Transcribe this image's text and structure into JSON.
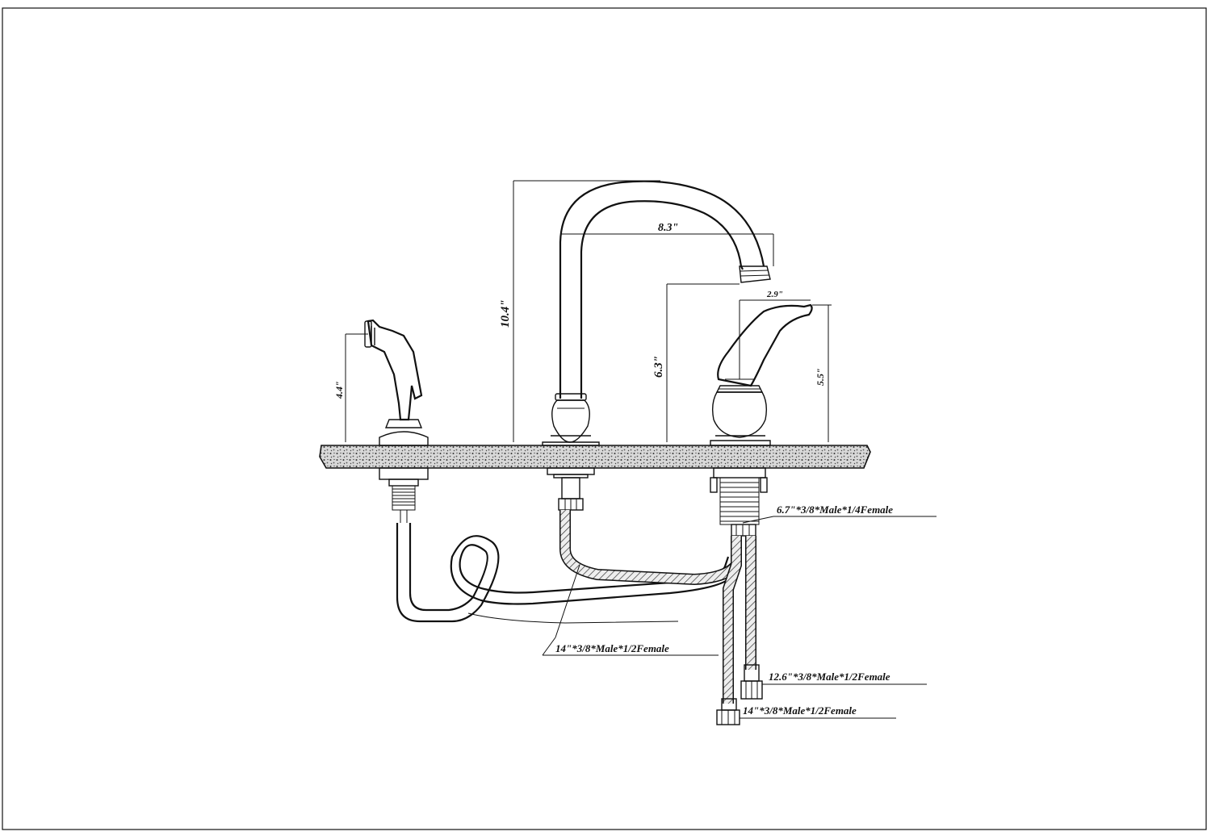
{
  "diagram": {
    "dimensions": {
      "overall_height": "10.4\"",
      "spout_reach": "8.3\"",
      "spout_clearance": "6.3\"",
      "handle_width": "2.9\"",
      "handle_height": "5.5\"",
      "sprayer_height": "4.4\""
    },
    "hose_labels": {
      "sprayer_hose": "14\"*3/8*Male*1/2Female",
      "cold_hose": "6.7\"*3/8*Male*1/4Female",
      "hot_hose": "12.6\"*3/8*Male*1/2Female",
      "outlet_hose": "14\"*3/8*Male*1/2Female"
    },
    "colors": {
      "line": "#111111",
      "countertop_fill": "#9a9a9a",
      "background": "#ffffff"
    }
  }
}
